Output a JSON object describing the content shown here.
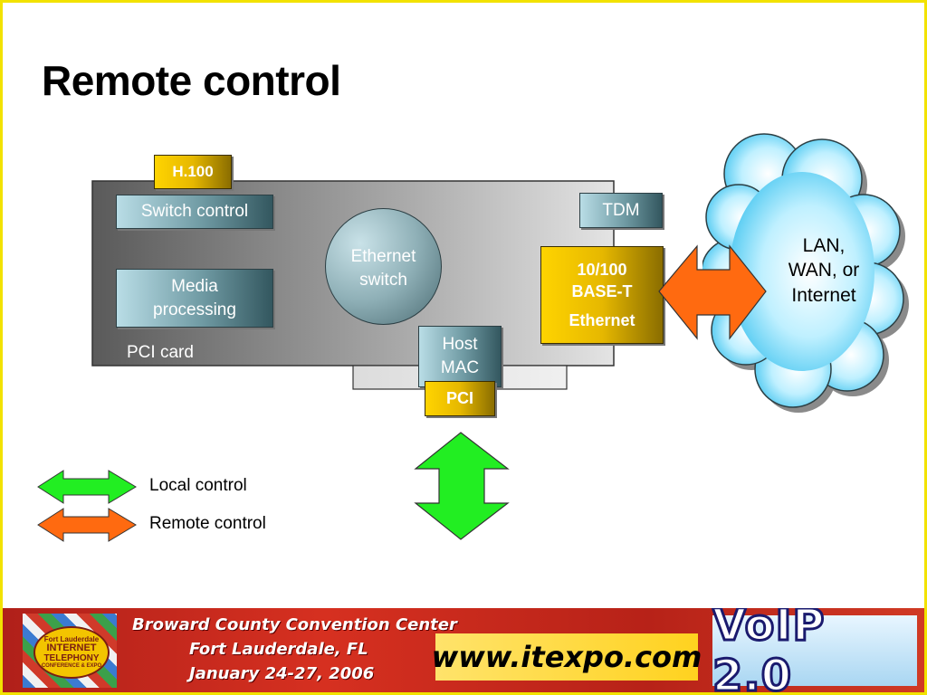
{
  "slide": {
    "title": "Remote control"
  },
  "diagram": {
    "h100": "H.100",
    "switch_control": "Switch control",
    "media_processing": [
      "Media",
      "processing"
    ],
    "ethernet_switch": [
      "Ethernet",
      "switch"
    ],
    "tdm": "TDM",
    "base_t": [
      "10/100",
      "BASE-T"
    ],
    "ethernet": "Ethernet",
    "host_mac": [
      "Host",
      "MAC"
    ],
    "pci": "PCI",
    "pci_card": "PCI card",
    "cloud": [
      "LAN,",
      "WAN, or",
      "Internet"
    ],
    "colors": {
      "local_arrow": "#22ee22",
      "remote_arrow": "#ff6a10",
      "card": "#8f8f8f",
      "gold": "#f2c200",
      "teal": "#6f9aa3"
    }
  },
  "legend": {
    "local": "Local control",
    "remote": "Remote control"
  },
  "footer": {
    "line1": "Broward County Convention Center",
    "line2": "Fort Lauderdale, FL",
    "line3": "January 24-27, 2006",
    "url": "www.itexpo.com",
    "brand": "VoIP 2.0",
    "logo_lines": [
      "Fort Lauderdale",
      "INTERNET",
      "TELEPHONY",
      "CONFERENCE & EXPO"
    ]
  }
}
